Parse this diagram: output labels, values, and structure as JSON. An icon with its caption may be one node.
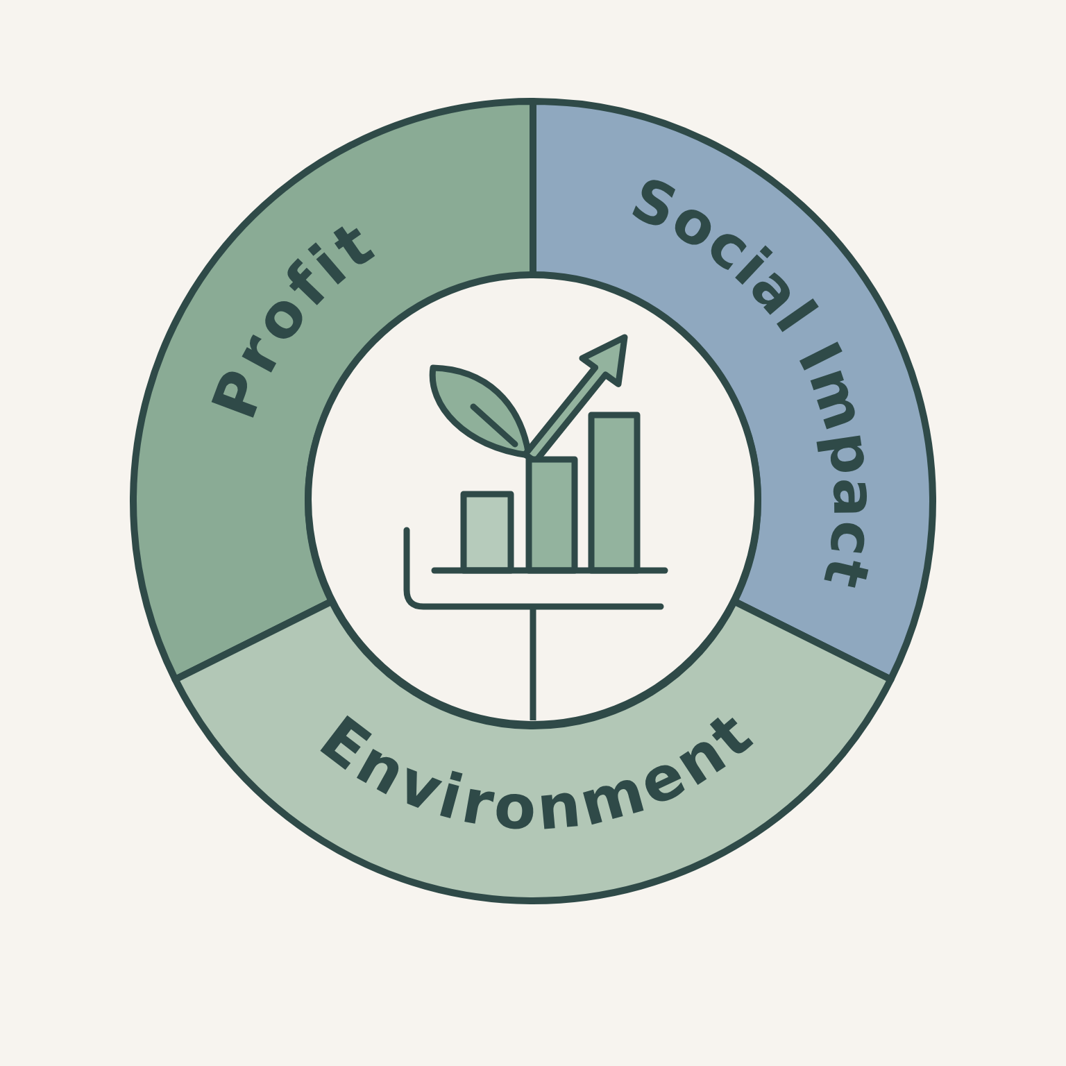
{
  "diagram": {
    "nodes": [
      {
        "text": [
          "Profit"
        ]
      },
      {
        "text": [
          "Social Impact"
        ]
      },
      {
        "text": [
          "Environment"
        ]
      },
      {
        "text": [],
        "shape": "circle"
      }
    ]
  }
}
